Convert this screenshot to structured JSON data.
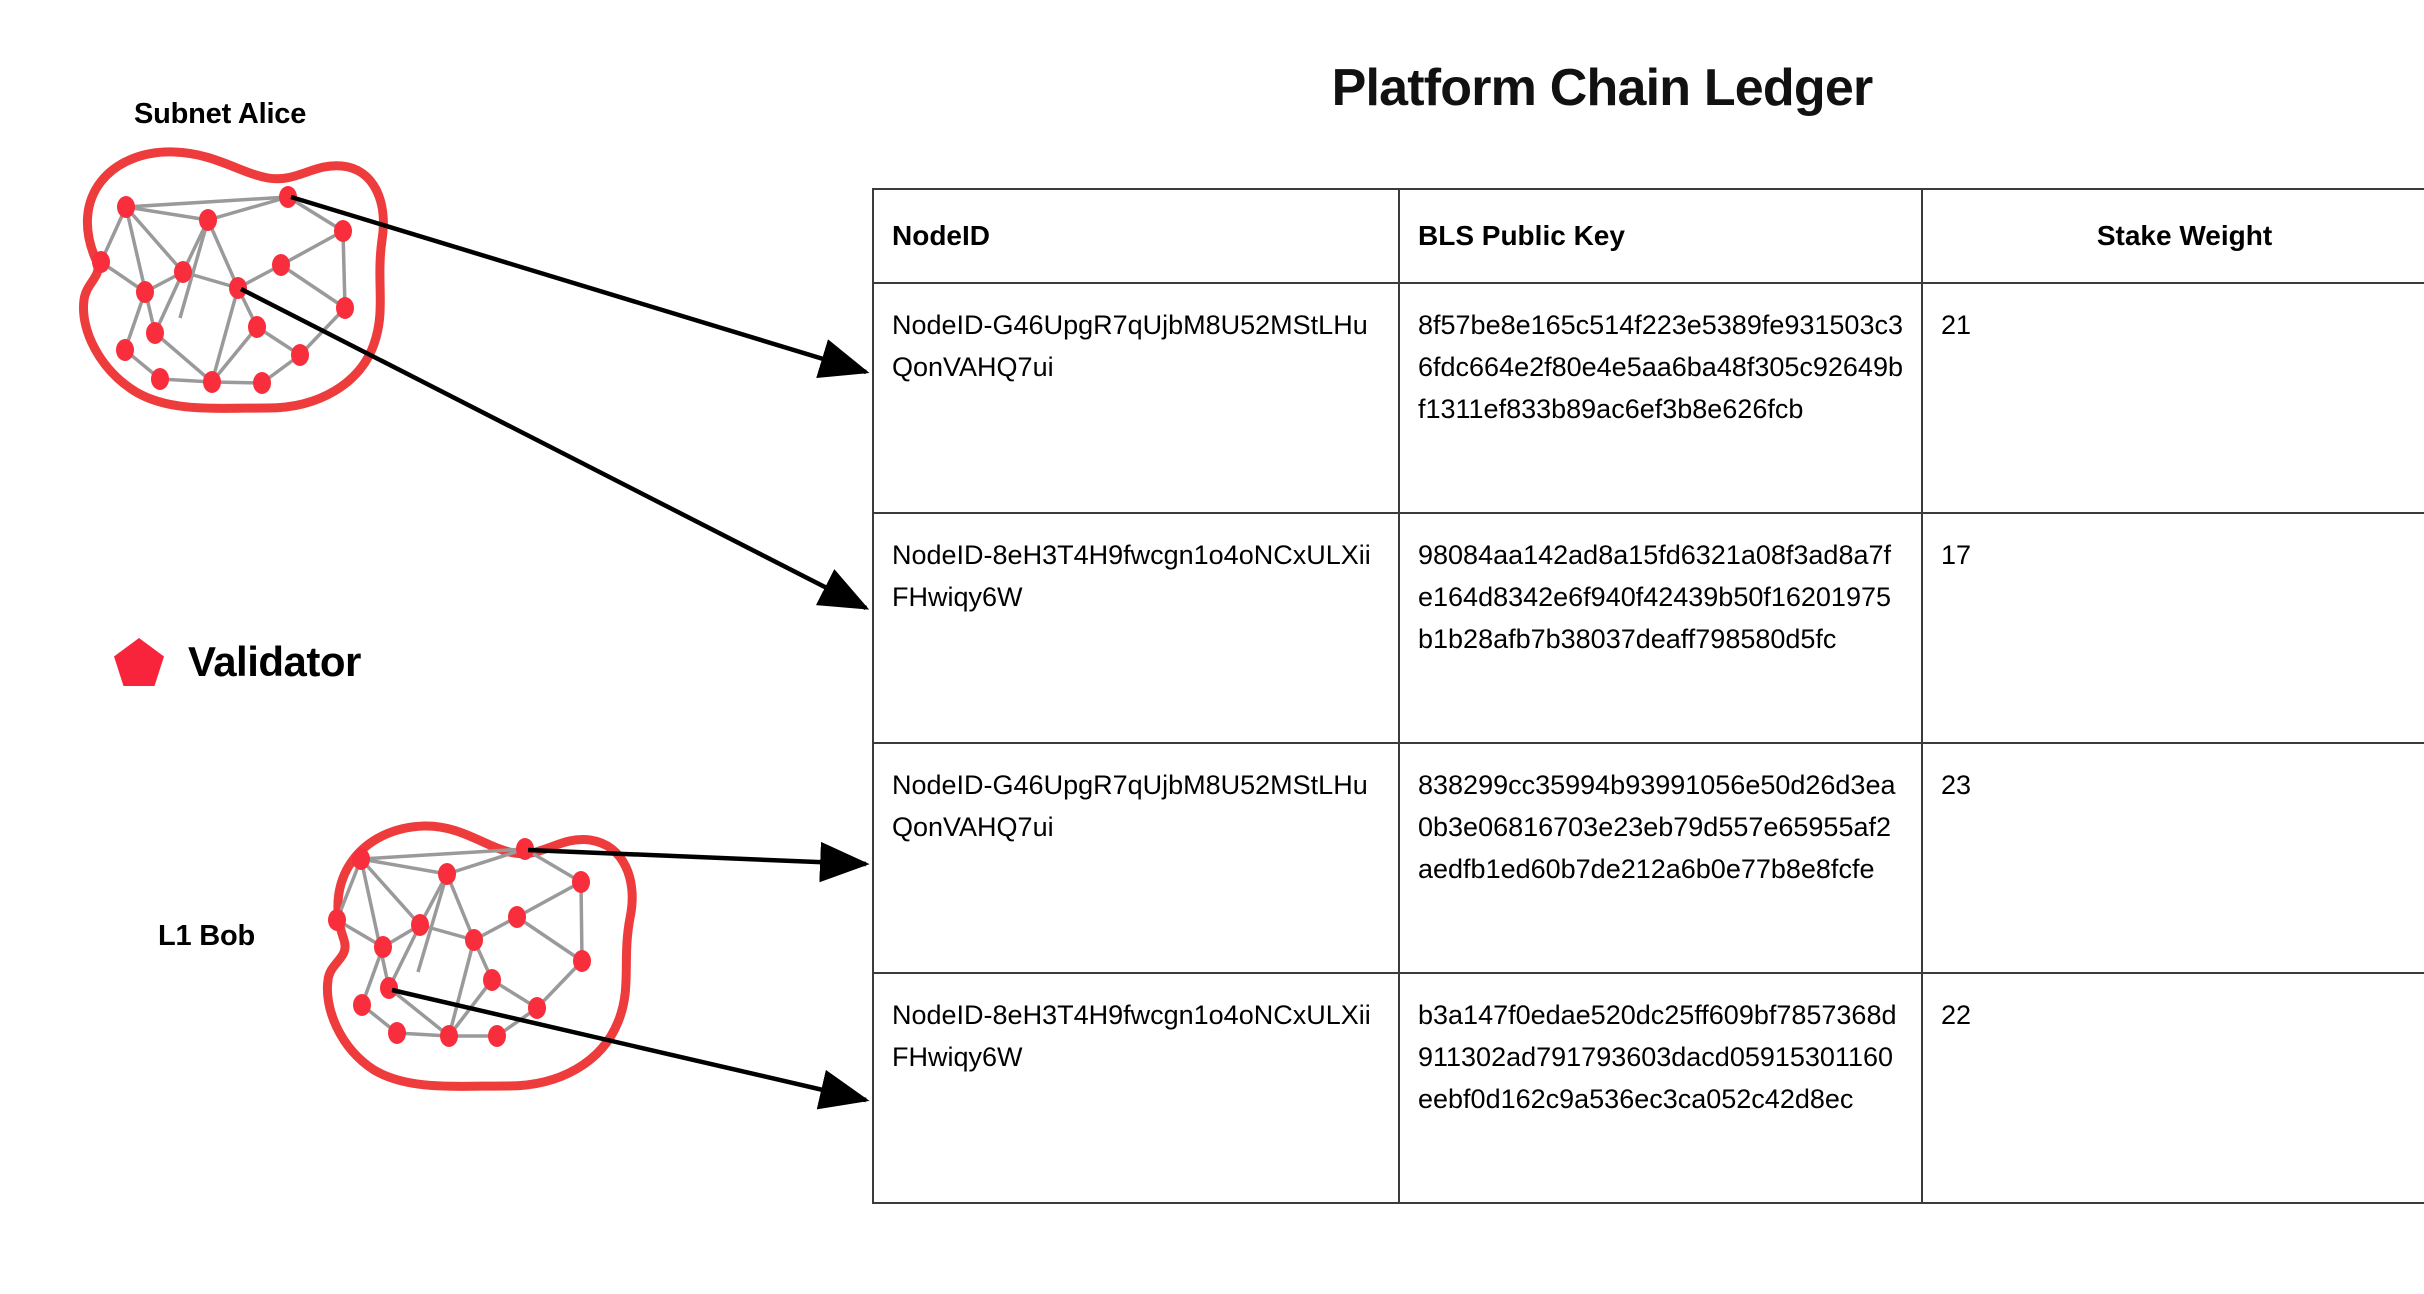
{
  "title": "Platform Chain Ledger",
  "colors": {
    "validator_red": "#F8243C",
    "blob_outline_red": "#EE3B3B",
    "edge_gray": "#9a9a9a",
    "table_border": "#3b3b3b",
    "text_black": "#000000"
  },
  "diagram": {
    "subnet_alice_label": "Subnet Alice",
    "l1_bob_label": "L1 Bob",
    "legend": {
      "validator_label": "Validator",
      "shape": "pentagon"
    }
  },
  "table": {
    "headers": {
      "nodeid": "NodeID",
      "bls": "BLS Public Key",
      "stake": "Stake Weight"
    },
    "rows": [
      {
        "nodeid": "NodeID-G46UpgR7qUjbM8U52MStLHuQonVAHQ7ui",
        "bls": "8f57be8e165c514f223e5389fe931503c36fdc664e2f80e4e5aa6ba48f305c92649bf1311ef833b89ac6ef3b8e626fcb",
        "stake": "21"
      },
      {
        "nodeid": "NodeID-8eH3T4H9fwcgn1o4oNCxULXiiFHwiqy6W",
        "bls": "98084aa142ad8a15fd6321a08f3ad8a7fe164d8342e6f940f42439b50f16201975b1b28afb7b38037deaff798580d5fc",
        "stake": "17"
      },
      {
        "nodeid": "NodeID-G46UpgR7qUjbM8U52MStLHuQonVAHQ7ui",
        "bls": "838299cc35994b93991056e50d26d3ea0b3e06816703e23eb79d557e65955af2aedfb1ed60b7de212a6b0e77b8e8fcfe",
        "stake": "23"
      },
      {
        "nodeid": "NodeID-8eH3T4H9fwcgn1o4oNCxULXiiFHwiqy6W",
        "bls": "b3a147f0edae520dc25ff609bf7857368d911302ad791793603dacd05915301160eebf0d162c9a536ec3ca052c42d8ec",
        "stake": "22"
      }
    ]
  }
}
